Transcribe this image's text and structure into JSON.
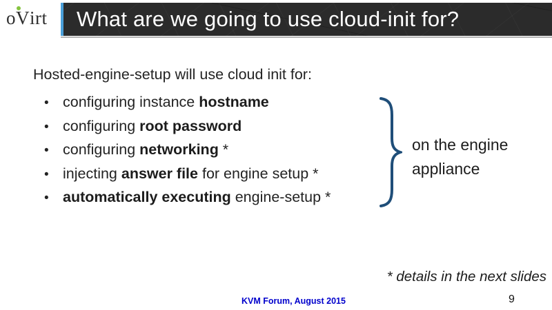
{
  "logo": {
    "o": "o",
    "v": "V",
    "rest": "irt"
  },
  "header": {
    "title": "What are we going to use cloud-init for?"
  },
  "body": {
    "lead_in": "Hosted-engine-setup will use cloud init for:",
    "bullet_char": "•",
    "bullets": [
      {
        "pre": "configuring instance ",
        "bold": "hostname",
        "post": ""
      },
      {
        "pre": "configuring ",
        "bold": "root password",
        "post": ""
      },
      {
        "pre": "configuring ",
        "bold": "networking",
        "post": " *"
      },
      {
        "pre": "injecting ",
        "bold": "answer file",
        "post": " for engine setup *"
      },
      {
        "pre": "",
        "bold": "automatically executing",
        "post": " engine-setup *"
      }
    ],
    "brace_note": {
      "line1": "on the engine",
      "line2": "appliance"
    }
  },
  "footnote": "* details in the next slides",
  "footer": {
    "event": "KVM Forum, August 2015",
    "page_number": "9"
  },
  "colors": {
    "header_bg": "#2b2b2b",
    "header_accent_blue": "#4a9fd9",
    "brace_blue": "#1f4e79",
    "footer_blue": "#0000cc",
    "logo_green": "#86c440"
  }
}
